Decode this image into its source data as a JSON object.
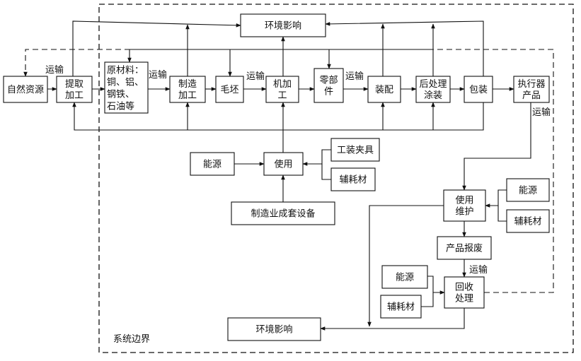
{
  "system_boundary_label": "系统边界",
  "transport_label": "运输",
  "boxes": {
    "natural_resources": [
      "自然资源"
    ],
    "extraction": [
      "提取",
      "加工"
    ],
    "raw_materials": [
      "原材料：",
      "铜、铝、",
      "钢铁、",
      "石油等"
    ],
    "manufacturing": [
      "制造",
      "加工"
    ],
    "blank": [
      "毛坯"
    ],
    "machining": [
      "机加",
      "工"
    ],
    "parts": [
      "零部",
      "件"
    ],
    "assembly": [
      "装配"
    ],
    "finishing": [
      "后处理",
      "涂装"
    ],
    "packaging": [
      "包装"
    ],
    "product": [
      "执行器",
      "产品"
    ],
    "env_impact_top": [
      "环境影响"
    ],
    "energy_use": [
      "能源"
    ],
    "use": [
      "使用"
    ],
    "fixtures": [
      "工装夹具"
    ],
    "consumables_use": [
      "辅耗材"
    ],
    "equipment": [
      "制造业成套设备"
    ],
    "use_maintenance": [
      "使用",
      "维护"
    ],
    "energy_maint": [
      "能源"
    ],
    "consumables_maint": [
      "辅耗材"
    ],
    "scrap": [
      "产品报废"
    ],
    "energy_recycle": [
      "能源"
    ],
    "consumables_recycle": [
      "辅耗材"
    ],
    "recycling": [
      "回收",
      "处理"
    ],
    "env_impact_bottom": [
      "环境影响"
    ]
  }
}
